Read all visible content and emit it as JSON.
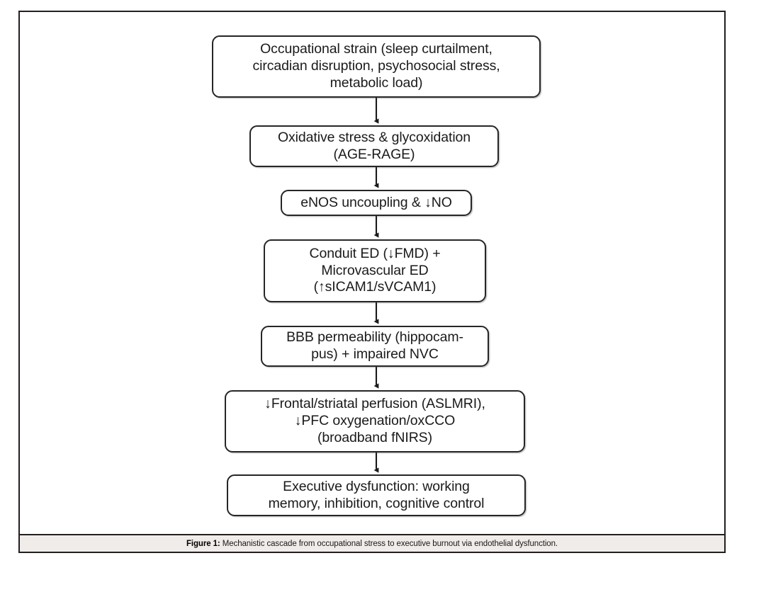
{
  "figure": {
    "caption_label": "Figure 1:",
    "caption_text": "Mechanistic cascade from occupational stress to executive burnout via endothelial dysfunction.",
    "frame_color": "#231f20",
    "caption_bar_color": "#efece9",
    "node_border_color": "#262626",
    "node_fill_color": "#ffffff",
    "connector_color": "#1a1a1a"
  },
  "chart_data": {
    "type": "diagram",
    "diagram_kind": "vertical-flowchart",
    "title": "Mechanistic cascade from occupational stress to executive burnout via endothelial dysfunction.",
    "orientation": "top-to-bottom",
    "nodes": [
      {
        "id": "n1",
        "label": "Occupational strain (sleep curtailment,\ncircadian disruption, psychosocial stress,\nmetabolic load)",
        "shape": "rounded-rectangle"
      },
      {
        "id": "n2",
        "label": "Oxidative stress & glycoxidation\n(AGE-RAGE)",
        "shape": "rounded-rectangle"
      },
      {
        "id": "n3",
        "label": "eNOS uncoupling & ↓NO",
        "shape": "rounded-rectangle"
      },
      {
        "id": "n4",
        "label": "Conduit ED (↓FMD) +\nMicrovascular ED\n(↑sICAM1/sVCAM1)",
        "shape": "rounded-rectangle"
      },
      {
        "id": "n5",
        "label": "BBB permeability (hippocam-\npus) + impaired NVC",
        "shape": "rounded-rectangle"
      },
      {
        "id": "n6",
        "label": "↓Frontal/striatal perfusion (ASLMRI),\n↓PFC oxygenation/oxCCO\n(broadband fNIRS)",
        "shape": "rounded-rectangle"
      },
      {
        "id": "n7",
        "label": "Executive dysfunction: working\nmemory, inhibition, cognitive control",
        "shape": "rounded-rectangle"
      }
    ],
    "edges": [
      {
        "from": "n1",
        "to": "n2",
        "arrow": "down"
      },
      {
        "from": "n2",
        "to": "n3",
        "arrow": "down"
      },
      {
        "from": "n3",
        "to": "n4",
        "arrow": "down"
      },
      {
        "from": "n4",
        "to": "n5",
        "arrow": "down"
      },
      {
        "from": "n5",
        "to": "n6",
        "arrow": "down"
      },
      {
        "from": "n6",
        "to": "n7",
        "arrow": "down"
      }
    ]
  }
}
